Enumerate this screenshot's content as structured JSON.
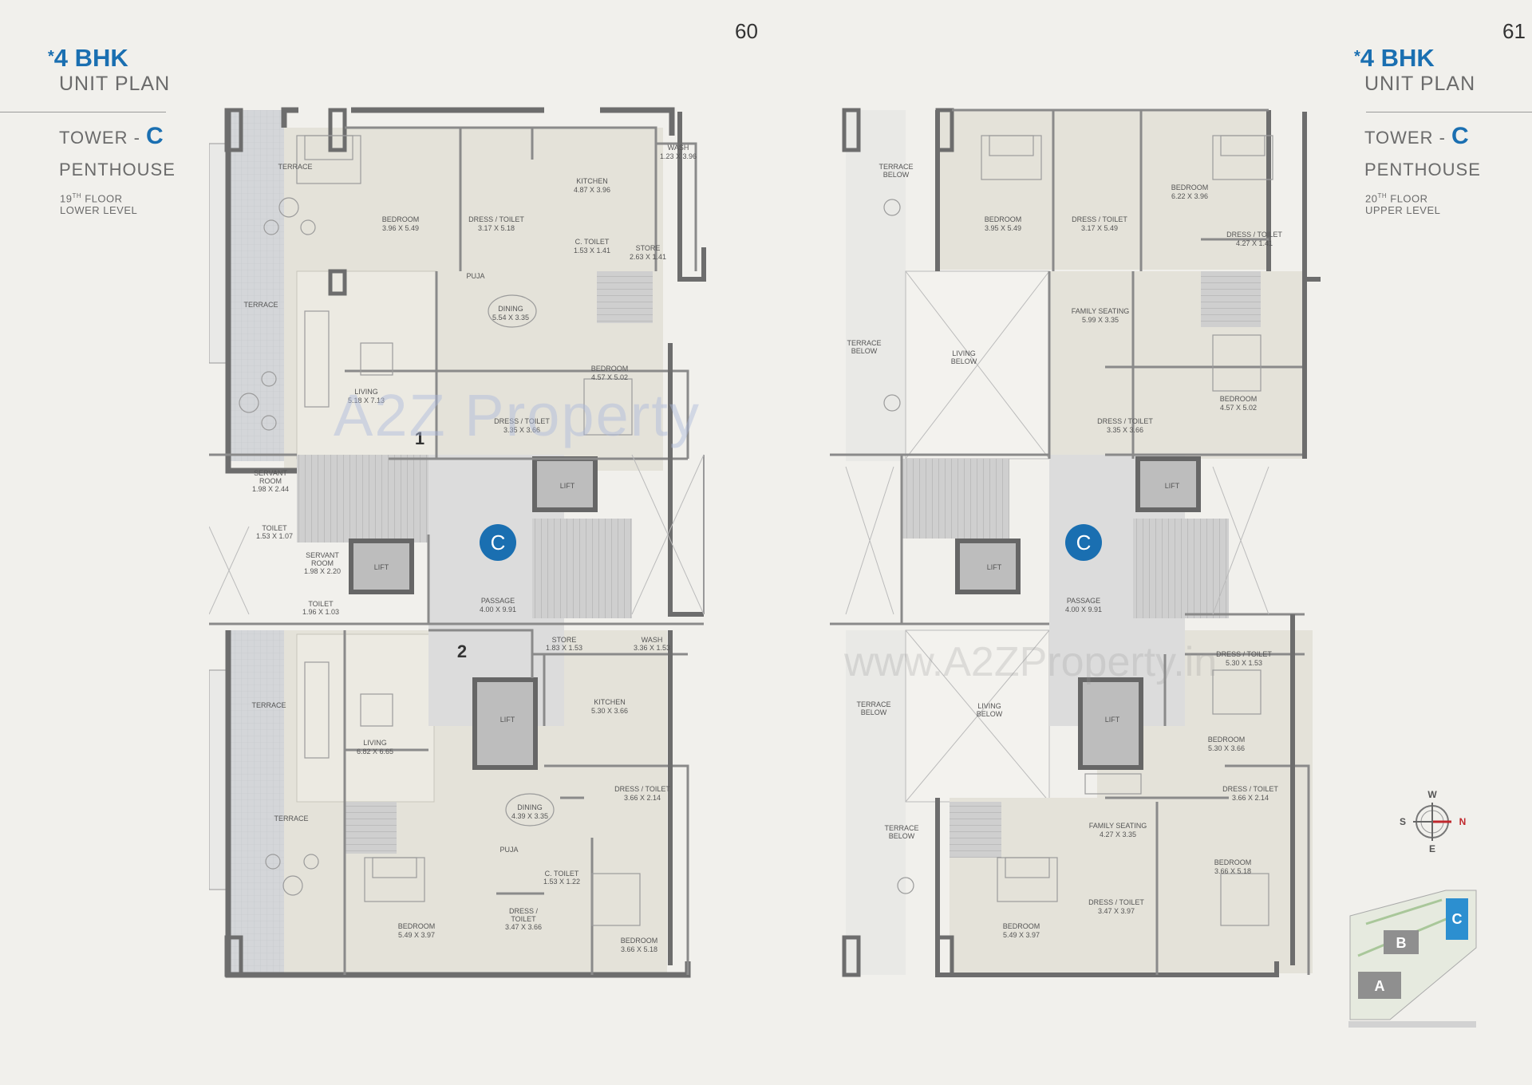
{
  "pages": {
    "left": {
      "number": "60",
      "asterisk": "*",
      "bhk": "4 BHK",
      "unit_plan": "UNIT PLAN",
      "tower_prefix": "TOWER - ",
      "tower_letter": "C",
      "penthouse": "PENTHOUSE",
      "floor_num": "19",
      "floor_sup": "TH",
      "floor_word": " FLOOR",
      "level": "LOWER LEVEL"
    },
    "right": {
      "number": "61",
      "asterisk": "*",
      "bhk": "4 BHK",
      "unit_plan": "UNIT PLAN",
      "tower_prefix": "TOWER - ",
      "tower_letter": "C",
      "penthouse": "PENTHOUSE",
      "floor_num": "20",
      "floor_sup": "TH",
      "floor_word": " FLOOR",
      "level": "UPPER LEVEL"
    }
  },
  "plan_left": {
    "tower_marker": "C",
    "unit_markers": [
      "1",
      "2"
    ],
    "rooms": {
      "terrace_top": [
        "TERRACE"
      ],
      "terrace_mid": [
        "TERRACE"
      ],
      "terrace_low1": [
        "TERRACE"
      ],
      "terrace_low2": [
        "TERRACE"
      ],
      "bedroom1": [
        "BEDROOM",
        "3.96 X 5.49"
      ],
      "dress1": [
        "DRESS / TOILET",
        "3.17 X 5.18"
      ],
      "kitchen1": [
        "KITCHEN",
        "4.87 X 3.96"
      ],
      "wash1": [
        "WASH",
        "1.23 X 3.96"
      ],
      "ctoilet1": [
        "C. TOILET",
        "1.53 X 1.41"
      ],
      "store1": [
        "STORE",
        "2.63 X 1.41"
      ],
      "puja1": [
        "PUJA"
      ],
      "dining1": [
        "DINING",
        "5.54 X 3.35"
      ],
      "living1": [
        "LIVING",
        "5.18 X 7.13"
      ],
      "bedroom2": [
        "BEDROOM",
        "4.57 X 5.02"
      ],
      "dress2": [
        "DRESS / TOILET",
        "3.35 X 3.66"
      ],
      "servant1": [
        "SERVANT",
        "ROOM",
        "1.98 X 2.44"
      ],
      "toilet1": [
        "TOILET",
        "1.53 X 1.07"
      ],
      "servant2": [
        "SERVANT",
        "ROOM",
        "1.98 X 2.20"
      ],
      "toilet2": [
        "TOILET",
        "1.96 X 1.03"
      ],
      "lift1": [
        "LIFT"
      ],
      "lift2": [
        "LIFT"
      ],
      "lift3": [
        "LIFT"
      ],
      "passage": [
        "PASSAGE",
        "4.00 X 9.91"
      ],
      "store2": [
        "STORE",
        "1.83 X 1.53"
      ],
      "wash2": [
        "WASH",
        "3.36 X 1.53"
      ],
      "kitchen2": [
        "KITCHEN",
        "5.30 X 3.66"
      ],
      "living2": [
        "LIVING",
        "6.82 X 6.65"
      ],
      "dining2": [
        "DINING",
        "4.39 X 3.35"
      ],
      "dress3": [
        "DRESS / TOILET",
        "3.66 X 2.14"
      ],
      "puja2": [
        "PUJA"
      ],
      "ctoilet2": [
        "C. TOILET",
        "1.53 X 1.22"
      ],
      "bedroom3": [
        "BEDROOM",
        "5.49 X 3.97"
      ],
      "dress4": [
        "DRESS /",
        "TOILET",
        "3.47 X 3.66"
      ],
      "bedroom4": [
        "BEDROOM",
        "3.66 X 5.18"
      ]
    }
  },
  "plan_right": {
    "tower_marker": "C",
    "rooms": {
      "tb1": [
        "TERRACE",
        "BELOW"
      ],
      "tb2": [
        "TERRACE",
        "BELOW"
      ],
      "tb3": [
        "TERRACE",
        "BELOW"
      ],
      "tb4": [
        "TERRACE",
        "BELOW"
      ],
      "bedroom1": [
        "BEDROOM",
        "3.95 X 5.49"
      ],
      "dress1": [
        "DRESS / TOILET",
        "3.17 X 5.49"
      ],
      "bedroom2": [
        "BEDROOM",
        "6.22 X 3.96"
      ],
      "dress2": [
        "DRESS / TOILET",
        "4.27 X 1.41"
      ],
      "family1": [
        "FAMILY SEATING",
        "5.99 X 3.35"
      ],
      "livingb1": [
        "LIVING",
        "BELOW"
      ],
      "bedroom3": [
        "BEDROOM",
        "4.57 X 5.02"
      ],
      "dress3": [
        "DRESS / TOILET",
        "3.35 X 3.66"
      ],
      "lift1": [
        "LIFT"
      ],
      "lift2": [
        "LIFT"
      ],
      "lift3": [
        "LIFT"
      ],
      "passage": [
        "PASSAGE",
        "4.00 X 9.91"
      ],
      "dress4": [
        "DRESS / TOILET",
        "5.30 X 1.53"
      ],
      "bedroom4": [
        "BEDROOM",
        "5.30 X 3.66"
      ],
      "livingb2": [
        "LIVING",
        "BELOW"
      ],
      "dress5": [
        "DRESS / TOILET",
        "3.66 X 2.14"
      ],
      "family2": [
        "FAMILY SEATING",
        "4.27 X 3.35"
      ],
      "bedroom5": [
        "BEDROOM",
        "3.66 X 5.18"
      ],
      "bedroom6": [
        "BEDROOM",
        "5.49 X 3.97"
      ],
      "dress6": [
        "DRESS / TOILET",
        "3.47 X 3.97"
      ]
    }
  },
  "watermarks": {
    "brand": "A2Z Property",
    "url": "www.A2ZProperty.in"
  },
  "compass": {
    "n": "N",
    "s": "S",
    "e": "E",
    "w": "W"
  },
  "keyplan": {
    "a": "A",
    "b": "B",
    "c": "C"
  },
  "colors": {
    "accent_blue": "#1a6fb1",
    "wall": "#6d6d6d",
    "room_fill": "#e4e2d9",
    "terrace_fill": "#d2d4d7",
    "passage_fill": "#dcdcdc"
  }
}
